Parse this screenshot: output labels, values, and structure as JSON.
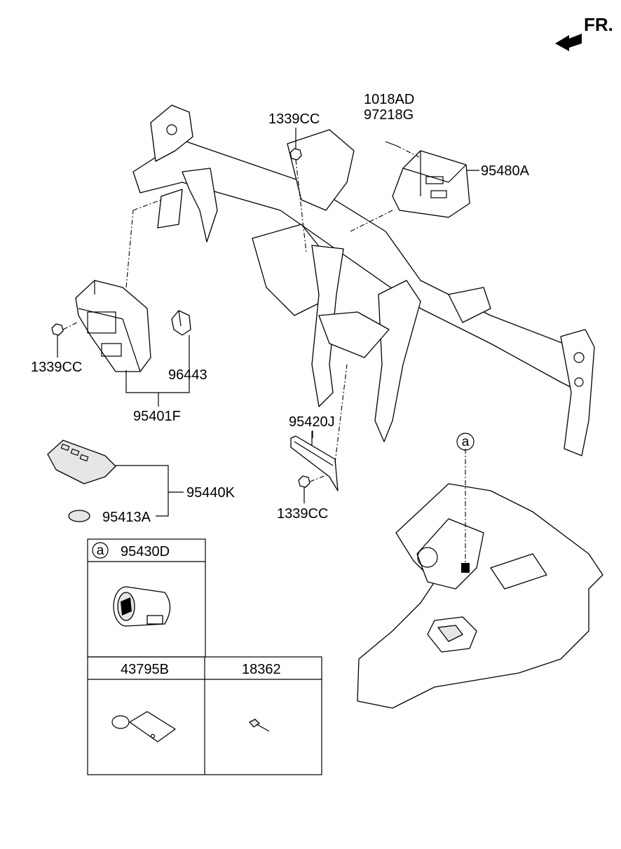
{
  "direction": {
    "label": "FR."
  },
  "parts": {
    "bolt_top": {
      "line1": "1018AD",
      "line2": "97218G"
    },
    "nut_top": "1339CC",
    "module_right": "95480A",
    "nut_left": "1339CC",
    "module_left_sub": "96443",
    "module_left": "95401F",
    "bracket": "95420J",
    "nut_bottom": "1339CC",
    "smart_key": "95440K",
    "battery": "95413A"
  },
  "callout": {
    "marker": "a"
  },
  "table": {
    "header_marker": "a",
    "cell_top": "95430D",
    "cell_bottom_left": "43795B",
    "cell_bottom_right": "18362"
  }
}
